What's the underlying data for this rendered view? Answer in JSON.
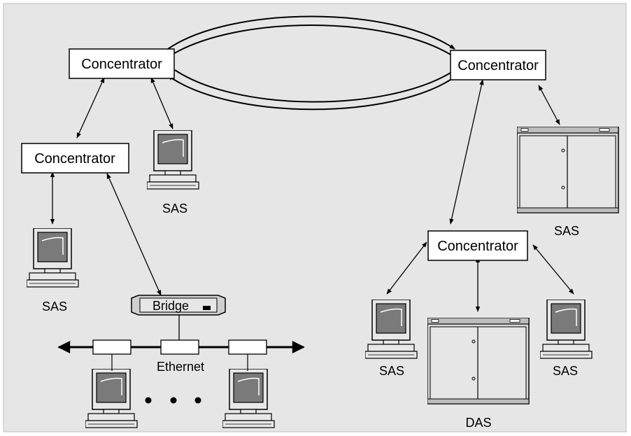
{
  "colors": {
    "background": "#e6e6e6",
    "box_fill": "#ffffff",
    "line": "#000000",
    "monitor_screen": "#7a7a7a",
    "bridge_fill": "#cfcfcf",
    "cabinet_fill": "#d9d9d9"
  },
  "labels": {
    "concentrator_top_left": "Concentrator",
    "concentrator_top_right": "Concentrator",
    "concentrator_mid_left": "Concentrator",
    "concentrator_bottom_right": "Concentrator",
    "bridge": "Bridge",
    "ethernet": "Ethernet",
    "sas_left": "SAS",
    "sas_center": "SAS",
    "sas_cabinet_right": "SAS",
    "sas_bottom_left_right": "SAS",
    "sas_bottom_right": "SAS",
    "das": "DAS"
  },
  "icons": {
    "workstation": "computer-monitor-icon",
    "server": "server-cabinet-icon",
    "bridge": "bridge-device-icon",
    "ellipsis": "ellipsis-dots-icon"
  }
}
